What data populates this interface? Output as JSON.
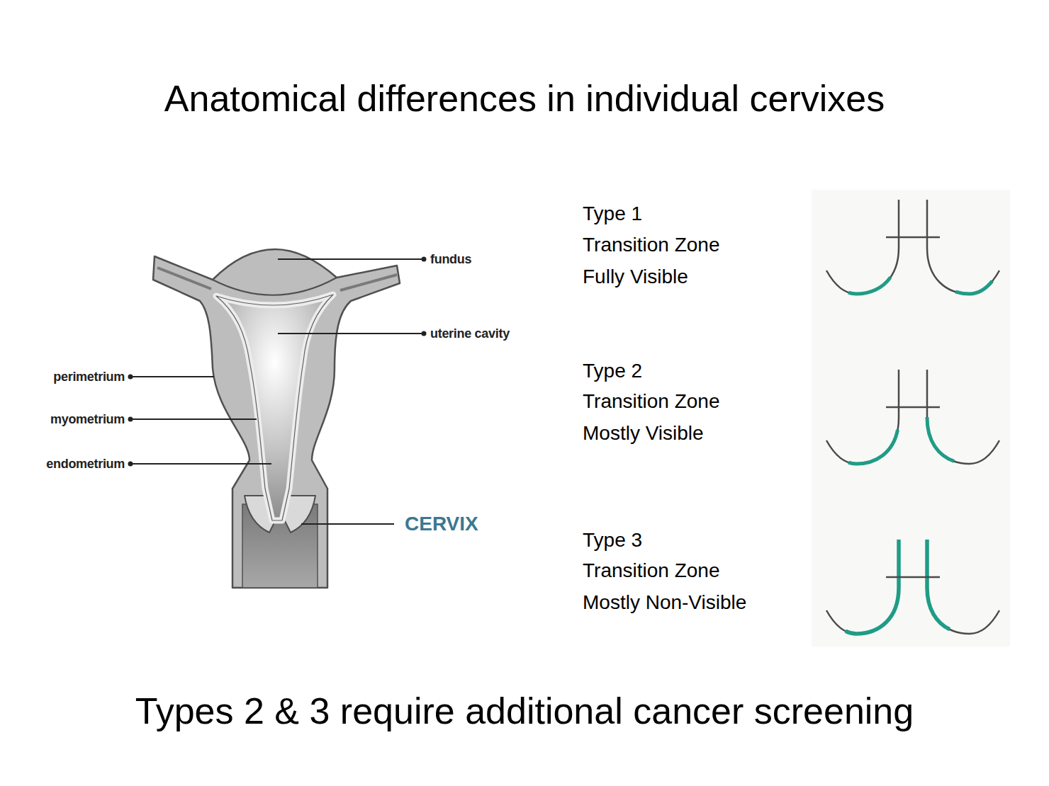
{
  "diagram": {
    "title": "Anatomical differences in individual cervixes",
    "caption": "Types 2 & 3 require additional cancer screening",
    "labels": [
      "fundus",
      "uterine cavity",
      "perimetrium",
      "myometrium",
      "endometrium",
      "CERVIX",
      "Type 1",
      "Transition Zone",
      "Fully Visible",
      "Type 2",
      "Transition Zone",
      "Mostly Visible",
      "Type 3",
      "Transition Zone",
      "Mostly Non-Visible"
    ]
  }
}
